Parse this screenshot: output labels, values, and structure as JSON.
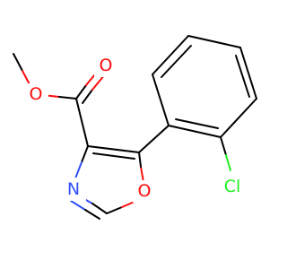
{
  "molecule": {
    "atoms": {
      "o_ester": "O",
      "o_carbonyl": "O",
      "n_ring": "N",
      "o_ring": "O",
      "cl": "Cl"
    },
    "colors": {
      "bond": "#000000",
      "oxygen": "#ff0d0d",
      "nitrogen": "#3050f8",
      "chlorine": "#1ff01f"
    }
  }
}
